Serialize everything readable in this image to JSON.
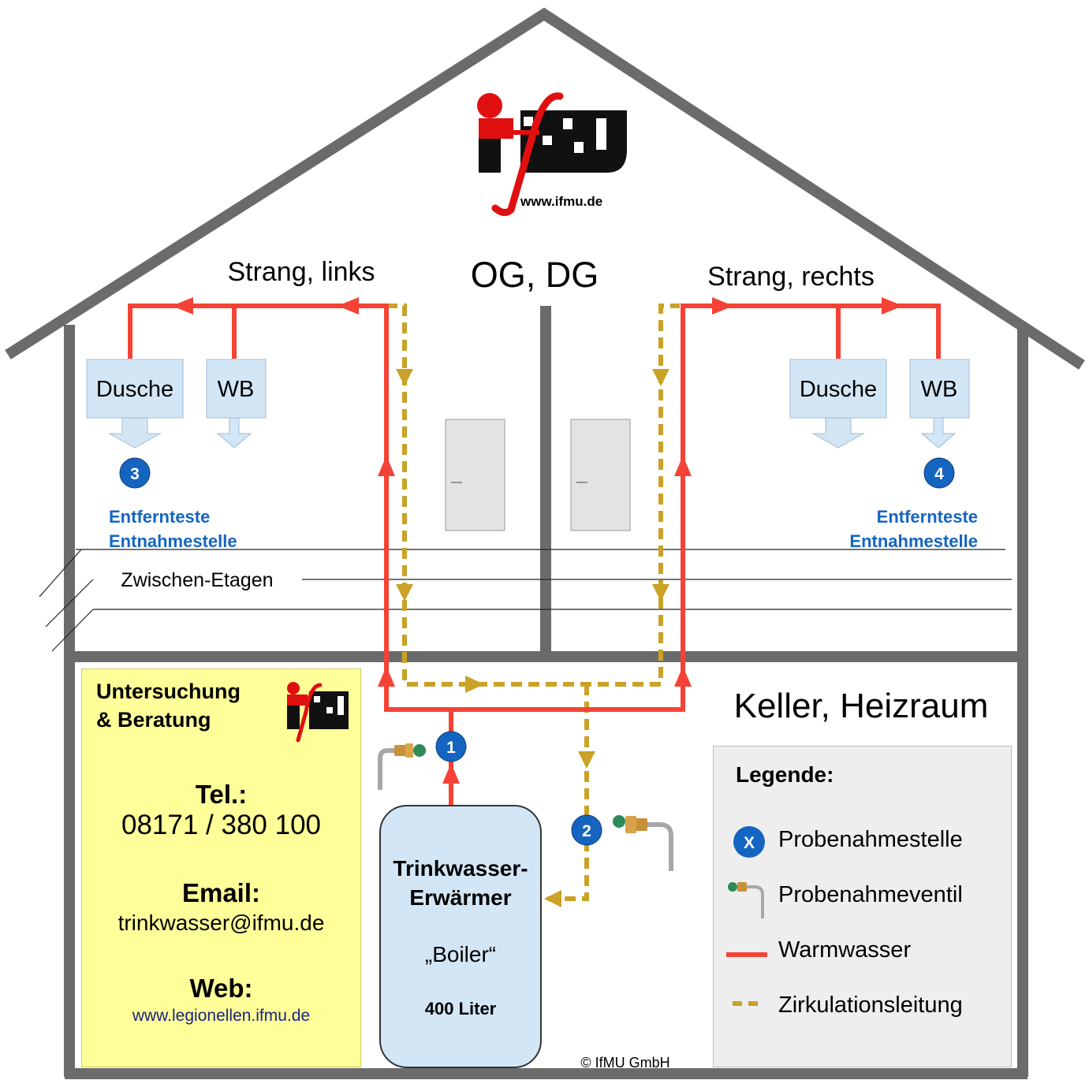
{
  "logo": {
    "text": "ifMU",
    "url": "www.ifmu.de"
  },
  "floors": {
    "upper": "OG, DG",
    "middle": "Zwischen-Etagen",
    "basement": "Keller, Heizraum"
  },
  "branches": {
    "left": "Strang, links",
    "right": "Strang, rechts"
  },
  "fixtures": {
    "shower": "Dusche",
    "sink": "WB"
  },
  "far_point": {
    "line1": "Entfernteste",
    "line2": "Entnahmestelle"
  },
  "sampling_points": [
    "1",
    "2",
    "3",
    "4"
  ],
  "boiler": {
    "title1": "Trinkwasser-",
    "title2": "Erwärmer",
    "nickname": "„Boiler“",
    "volume": "400 Liter"
  },
  "info_box": {
    "heading1": "Untersuchung",
    "heading2": "& Beratung",
    "tel_label": "Tel.:",
    "tel": "08171 / 380 100",
    "email_label": "Email:",
    "email": "trinkwasser@ifmu.de",
    "web_label": "Web:",
    "web": "www.legionellen.ifmu.de"
  },
  "legend": {
    "title": "Legende:",
    "badge_symbol": "X",
    "items": [
      "Probenahmestelle",
      "Probenahmeventil",
      "Warmwasser",
      "Zirkulationsleitung"
    ]
  },
  "copyright": "© IfMU GmbH",
  "colors": {
    "hot_water": "#f44336",
    "circulation": "#c9a227",
    "wall": "#6b6b6b",
    "badge": "#1565c0",
    "info_bg": "#ffff99",
    "legend_bg": "#eeeeee",
    "fixture": "#d3e6f5"
  }
}
